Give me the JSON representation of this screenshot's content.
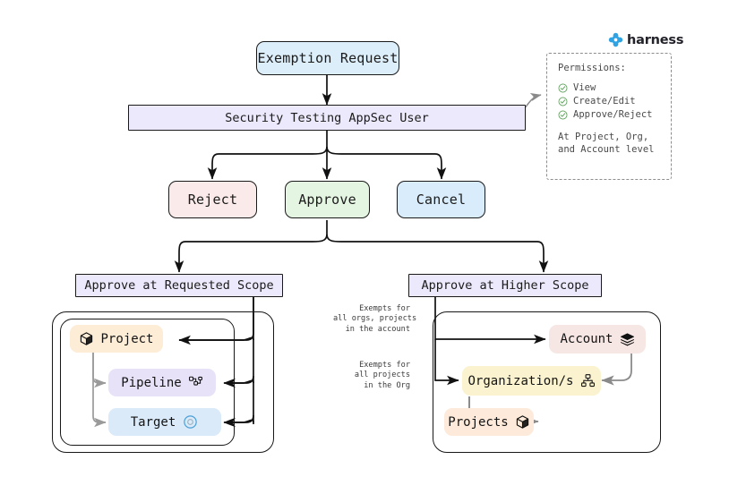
{
  "brand": {
    "name": "harness",
    "logo_icon": "harness-flower-icon",
    "color": "#2fa3e3"
  },
  "flow": {
    "request": {
      "label": "Exemption Request",
      "fill": "#ddeefb",
      "stroke": "#1a1a1a"
    },
    "actor": {
      "label": "Security Testing AppSec User",
      "fill": "#ebe9fb",
      "stroke": "#1a1a1a"
    },
    "decisions": [
      {
        "label": "Reject",
        "fill": "#fbeaea",
        "name": "reject-node"
      },
      {
        "label": "Approve",
        "fill": "#e4f5e2",
        "name": "approve-node"
      },
      {
        "label": "Cancel",
        "fill": "#d9ecfb",
        "name": "cancel-node"
      }
    ],
    "scopes": [
      {
        "label": "Approve at Requested Scope",
        "fill": "#ebe9fb",
        "name": "approve-requested-scope-node"
      },
      {
        "label": "Approve at Higher Scope",
        "fill": "#ebe9fb",
        "name": "approve-higher-scope-node"
      }
    ]
  },
  "permissions": {
    "title": "Permissions:",
    "items": [
      "View",
      "Create/Edit",
      "Approve/Reject"
    ],
    "check_icon": "check-circle-icon",
    "check_color": "#5a9d57",
    "footer": "At Project, Org,\nand Account level"
  },
  "requested_scope": {
    "items": [
      {
        "label": "Project",
        "icon": "cube-icon",
        "fill": "#fdecd6",
        "name": "project-chip"
      },
      {
        "label": "Pipeline",
        "icon": "pipeline-icon",
        "fill": "#e7e2f7",
        "name": "pipeline-chip"
      },
      {
        "label": "Target",
        "icon": "target-icon",
        "fill": "#daeaf9",
        "name": "target-chip"
      }
    ]
  },
  "higher_scope": {
    "items": [
      {
        "label": "Account",
        "icon": "layers-icon",
        "fill": "#f6e7e4",
        "name": "account-chip"
      },
      {
        "label": "Organization/s",
        "icon": "org-icon",
        "fill": "#fbf3cf",
        "name": "organizations-chip"
      },
      {
        "label": "Projects",
        "icon": "cube-icon",
        "fill": "#fdeada",
        "name": "projects-chip"
      }
    ],
    "annotations": [
      {
        "text": "Exempts for\nall orgs, projects\nin the account",
        "name": "annotation-account-exempt"
      },
      {
        "text": "Exempts for\nall projects\nin the Org",
        "name": "annotation-org-exempt"
      }
    ]
  }
}
